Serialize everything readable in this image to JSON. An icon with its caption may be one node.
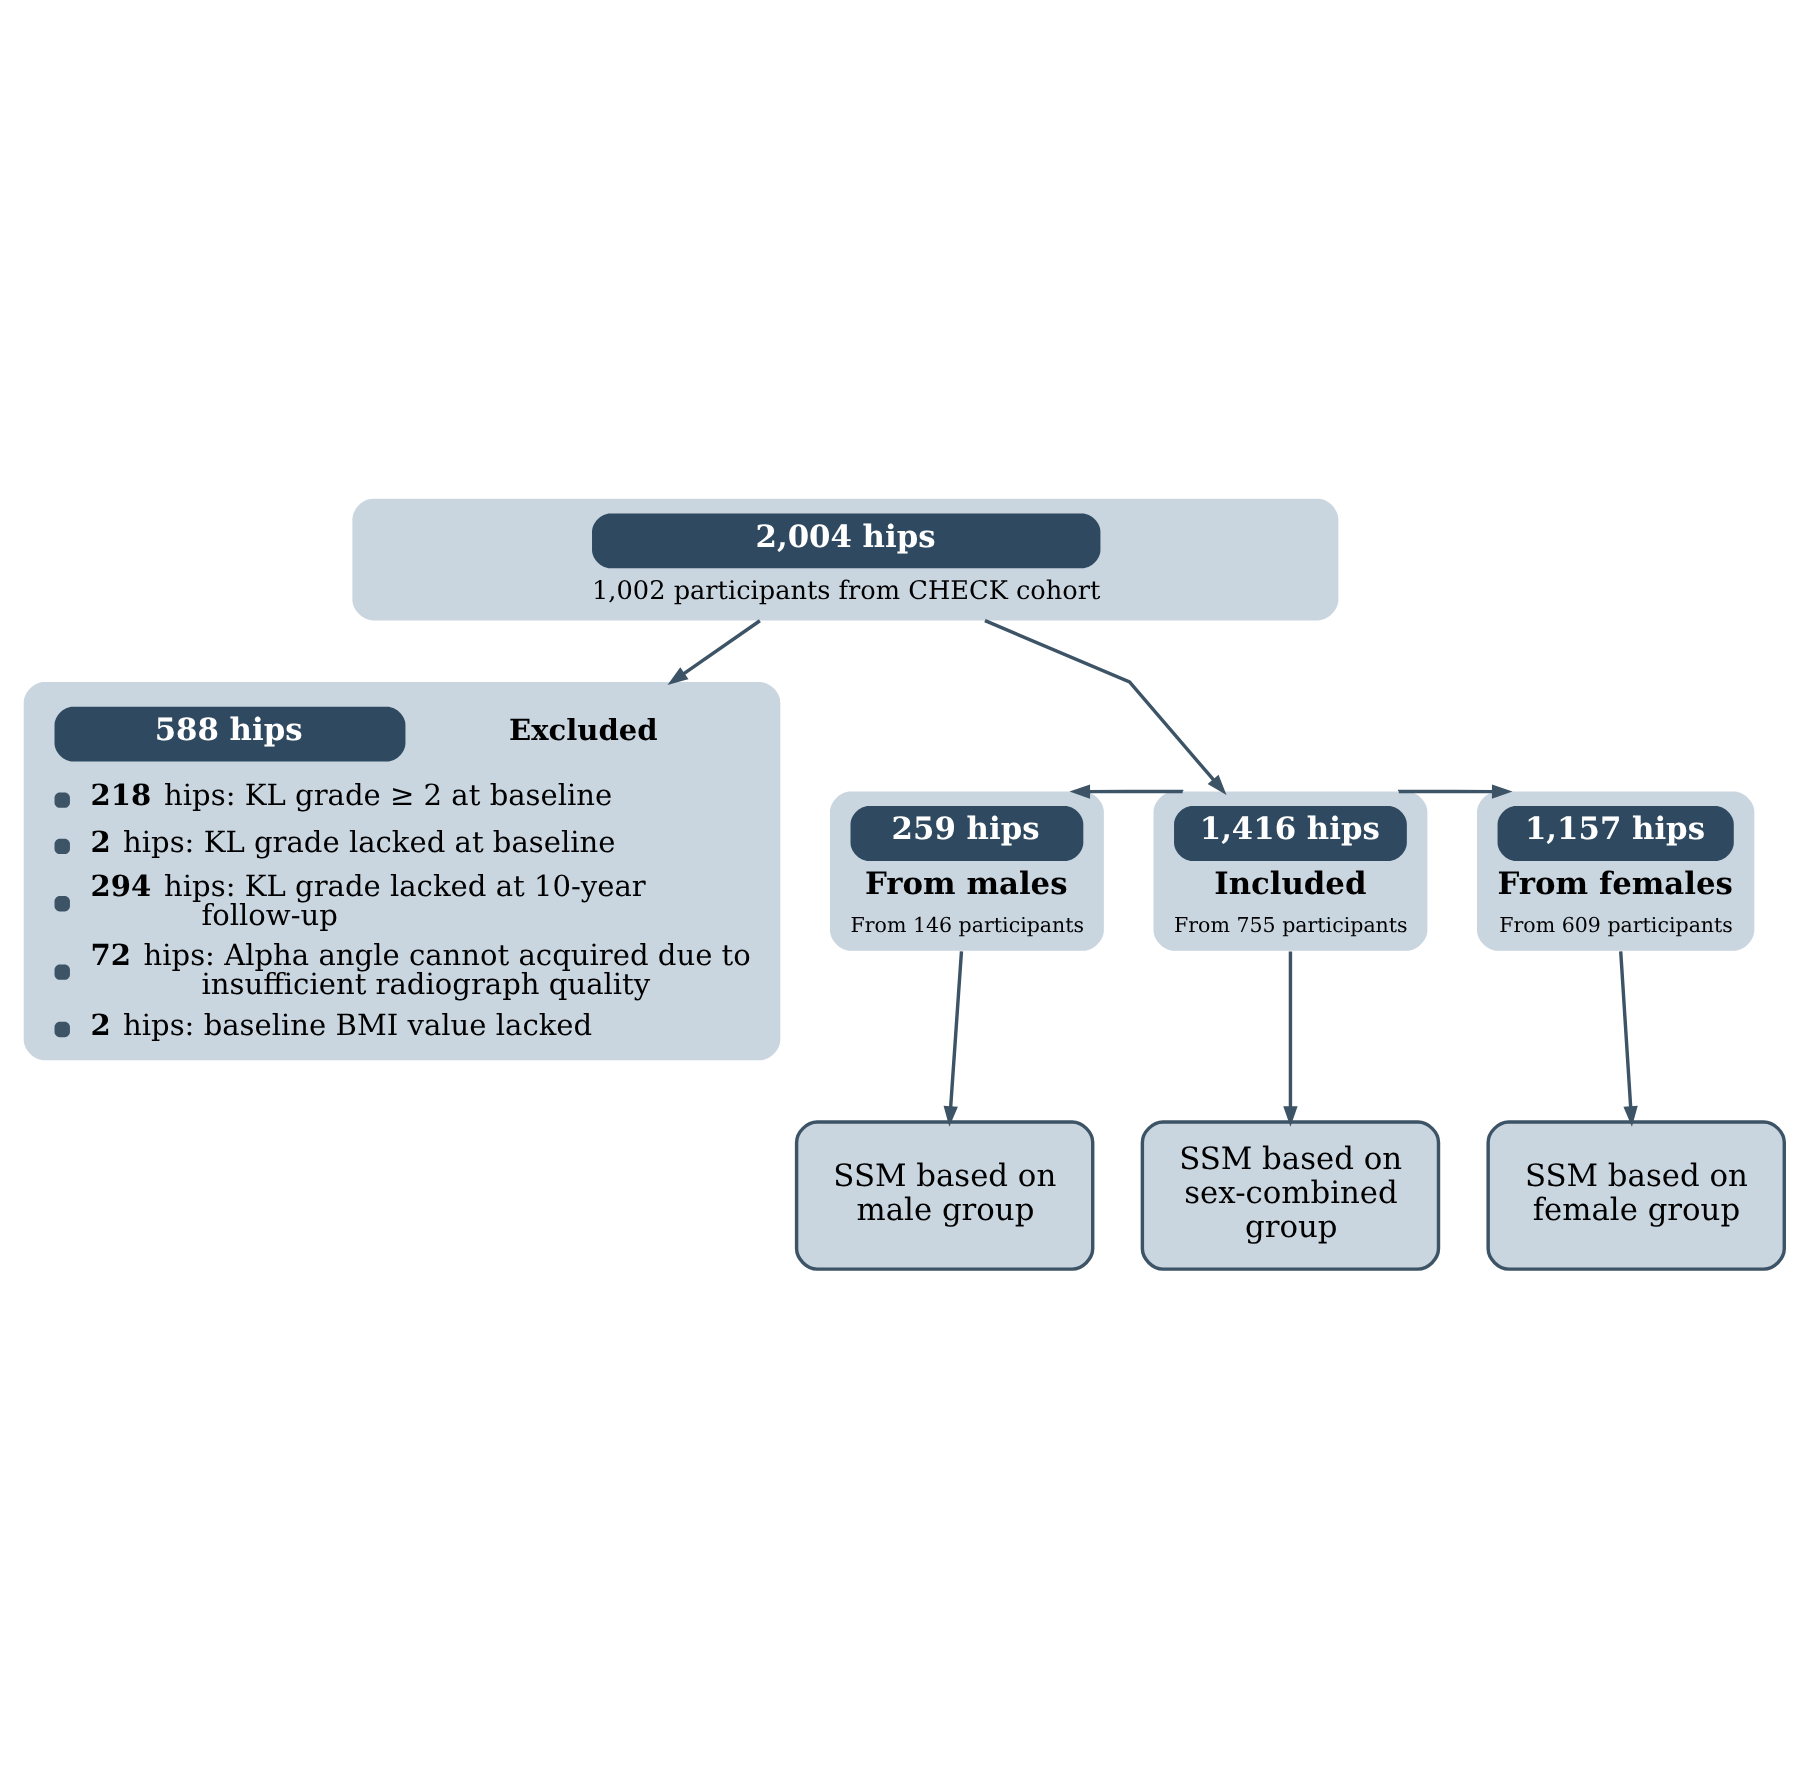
{
  "diagram": {
    "nodes": [
      {
        "text": [
          "2,004 hips",
          "1,002 participants from CHECK cohort"
        ]
      },
      {
        "text": [
          "588 hips",
          "Excluded",
          "**218** hips: KL grade ≥ 2 at baseline",
          "**2** hips: KL grade lacked at baseline",
          "**294** hips: KL grade lacked at 10-year follow-up",
          "**72** hips: Alpha angle cannot acquired due to insufficient radiograph quality",
          "**2** hips: baseline BMI value lacked"
        ]
      },
      {
        "text": [
          "259 hips",
          "From males",
          "From 146 participants"
        ]
      },
      {
        "text": [
          "1,416 hips",
          "Included",
          "From 755 participants"
        ]
      },
      {
        "text": [
          "1,157 hips",
          "From females",
          "From 609 participants"
        ]
      },
      {
        "text": [
          "SSM based on male group"
        ]
      },
      {
        "text": [
          "SSM based on sex-combined group"
        ]
      },
      {
        "text": [
          "SSM based on female group"
        ]
      }
    ],
    "edges": [
      {
        "from": 0,
        "to": 1,
        "arrow": "to"
      },
      {
        "from": 0,
        "to": 3,
        "arrow": "to"
      },
      {
        "from": 3,
        "to": 2,
        "arrow": "to"
      },
      {
        "from": 3,
        "to": 4,
        "arrow": "to"
      },
      {
        "from": 2,
        "to": 5,
        "arrow": "to"
      },
      {
        "from": 3,
        "to": 6,
        "arrow": "to"
      },
      {
        "from": 4,
        "to": 7,
        "arrow": "to"
      }
    ]
  }
}
